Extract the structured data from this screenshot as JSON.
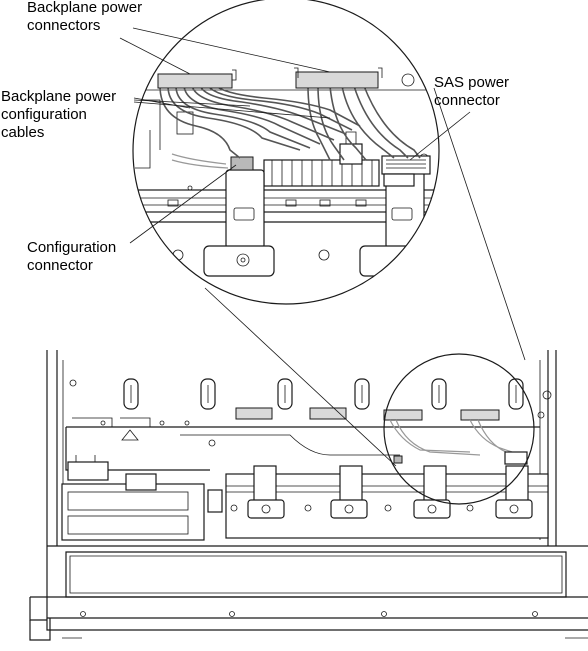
{
  "callouts": {
    "backplane_power_connectors": [
      "Backplane power",
      "connectors"
    ],
    "backplane_power_config_cables": [
      "Backplane power",
      "configuration",
      "cables"
    ],
    "sas_power_connector": [
      "SAS power",
      "connector"
    ],
    "configuration_connector": [
      "Configuration",
      "connector"
    ]
  }
}
